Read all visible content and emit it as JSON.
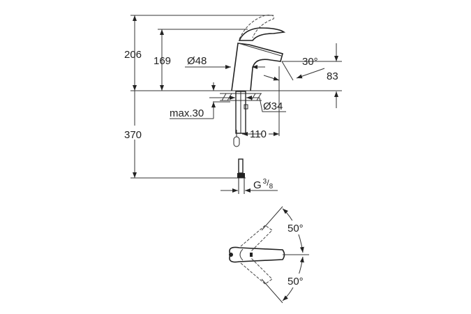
{
  "drawing": {
    "labels": {
      "total_height": "206",
      "spout_height": "169",
      "body_diameter": "Ø48",
      "spout_angle": "30°",
      "spout_clearance": "83",
      "shank_diameter": "Ø34",
      "max_deck_thickness": "max.30",
      "hose_length": "370",
      "spout_reach": "110",
      "connection_thread": "G",
      "thread_num": "3",
      "thread_den": "8",
      "lever_angle_up": "50°",
      "lever_angle_down": "50°"
    },
    "colors": {
      "line": "#222222",
      "background": "#ffffff"
    }
  }
}
